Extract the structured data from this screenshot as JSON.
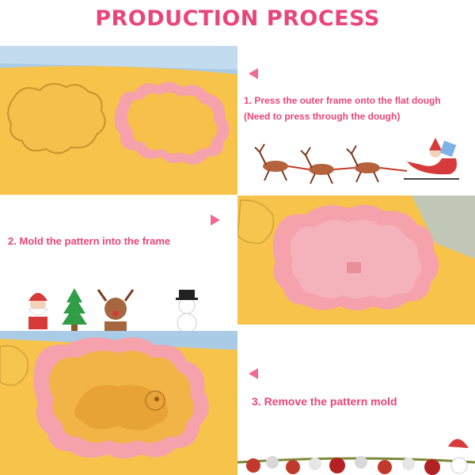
{
  "header": {
    "title": "PRODUCTION PROCESS"
  },
  "steps": [
    {
      "line1": "1. Press the outer frame onto the flat dough",
      "line2": "(Need to press through the dough)"
    },
    {
      "line1": "2. Mold the pattern into the frame"
    },
    {
      "line1": "3. Remove the pattern mold"
    }
  ],
  "icons": {
    "arrow_left": "triangle-left-icon",
    "arrow_right": "triangle-right-icon",
    "reindeer": "reindeer-sleigh-icon",
    "santa": "santa-icon",
    "tree": "christmas-tree-icon",
    "rudolph": "reindeer-face-icon",
    "snowman": "snowman-icon",
    "ornaments": "ornaments-icon"
  },
  "colors": {
    "accent": "#e9457a",
    "dough": "#f7c34a",
    "mold": "#f5a7b0",
    "sky": "#a9cbe6"
  }
}
